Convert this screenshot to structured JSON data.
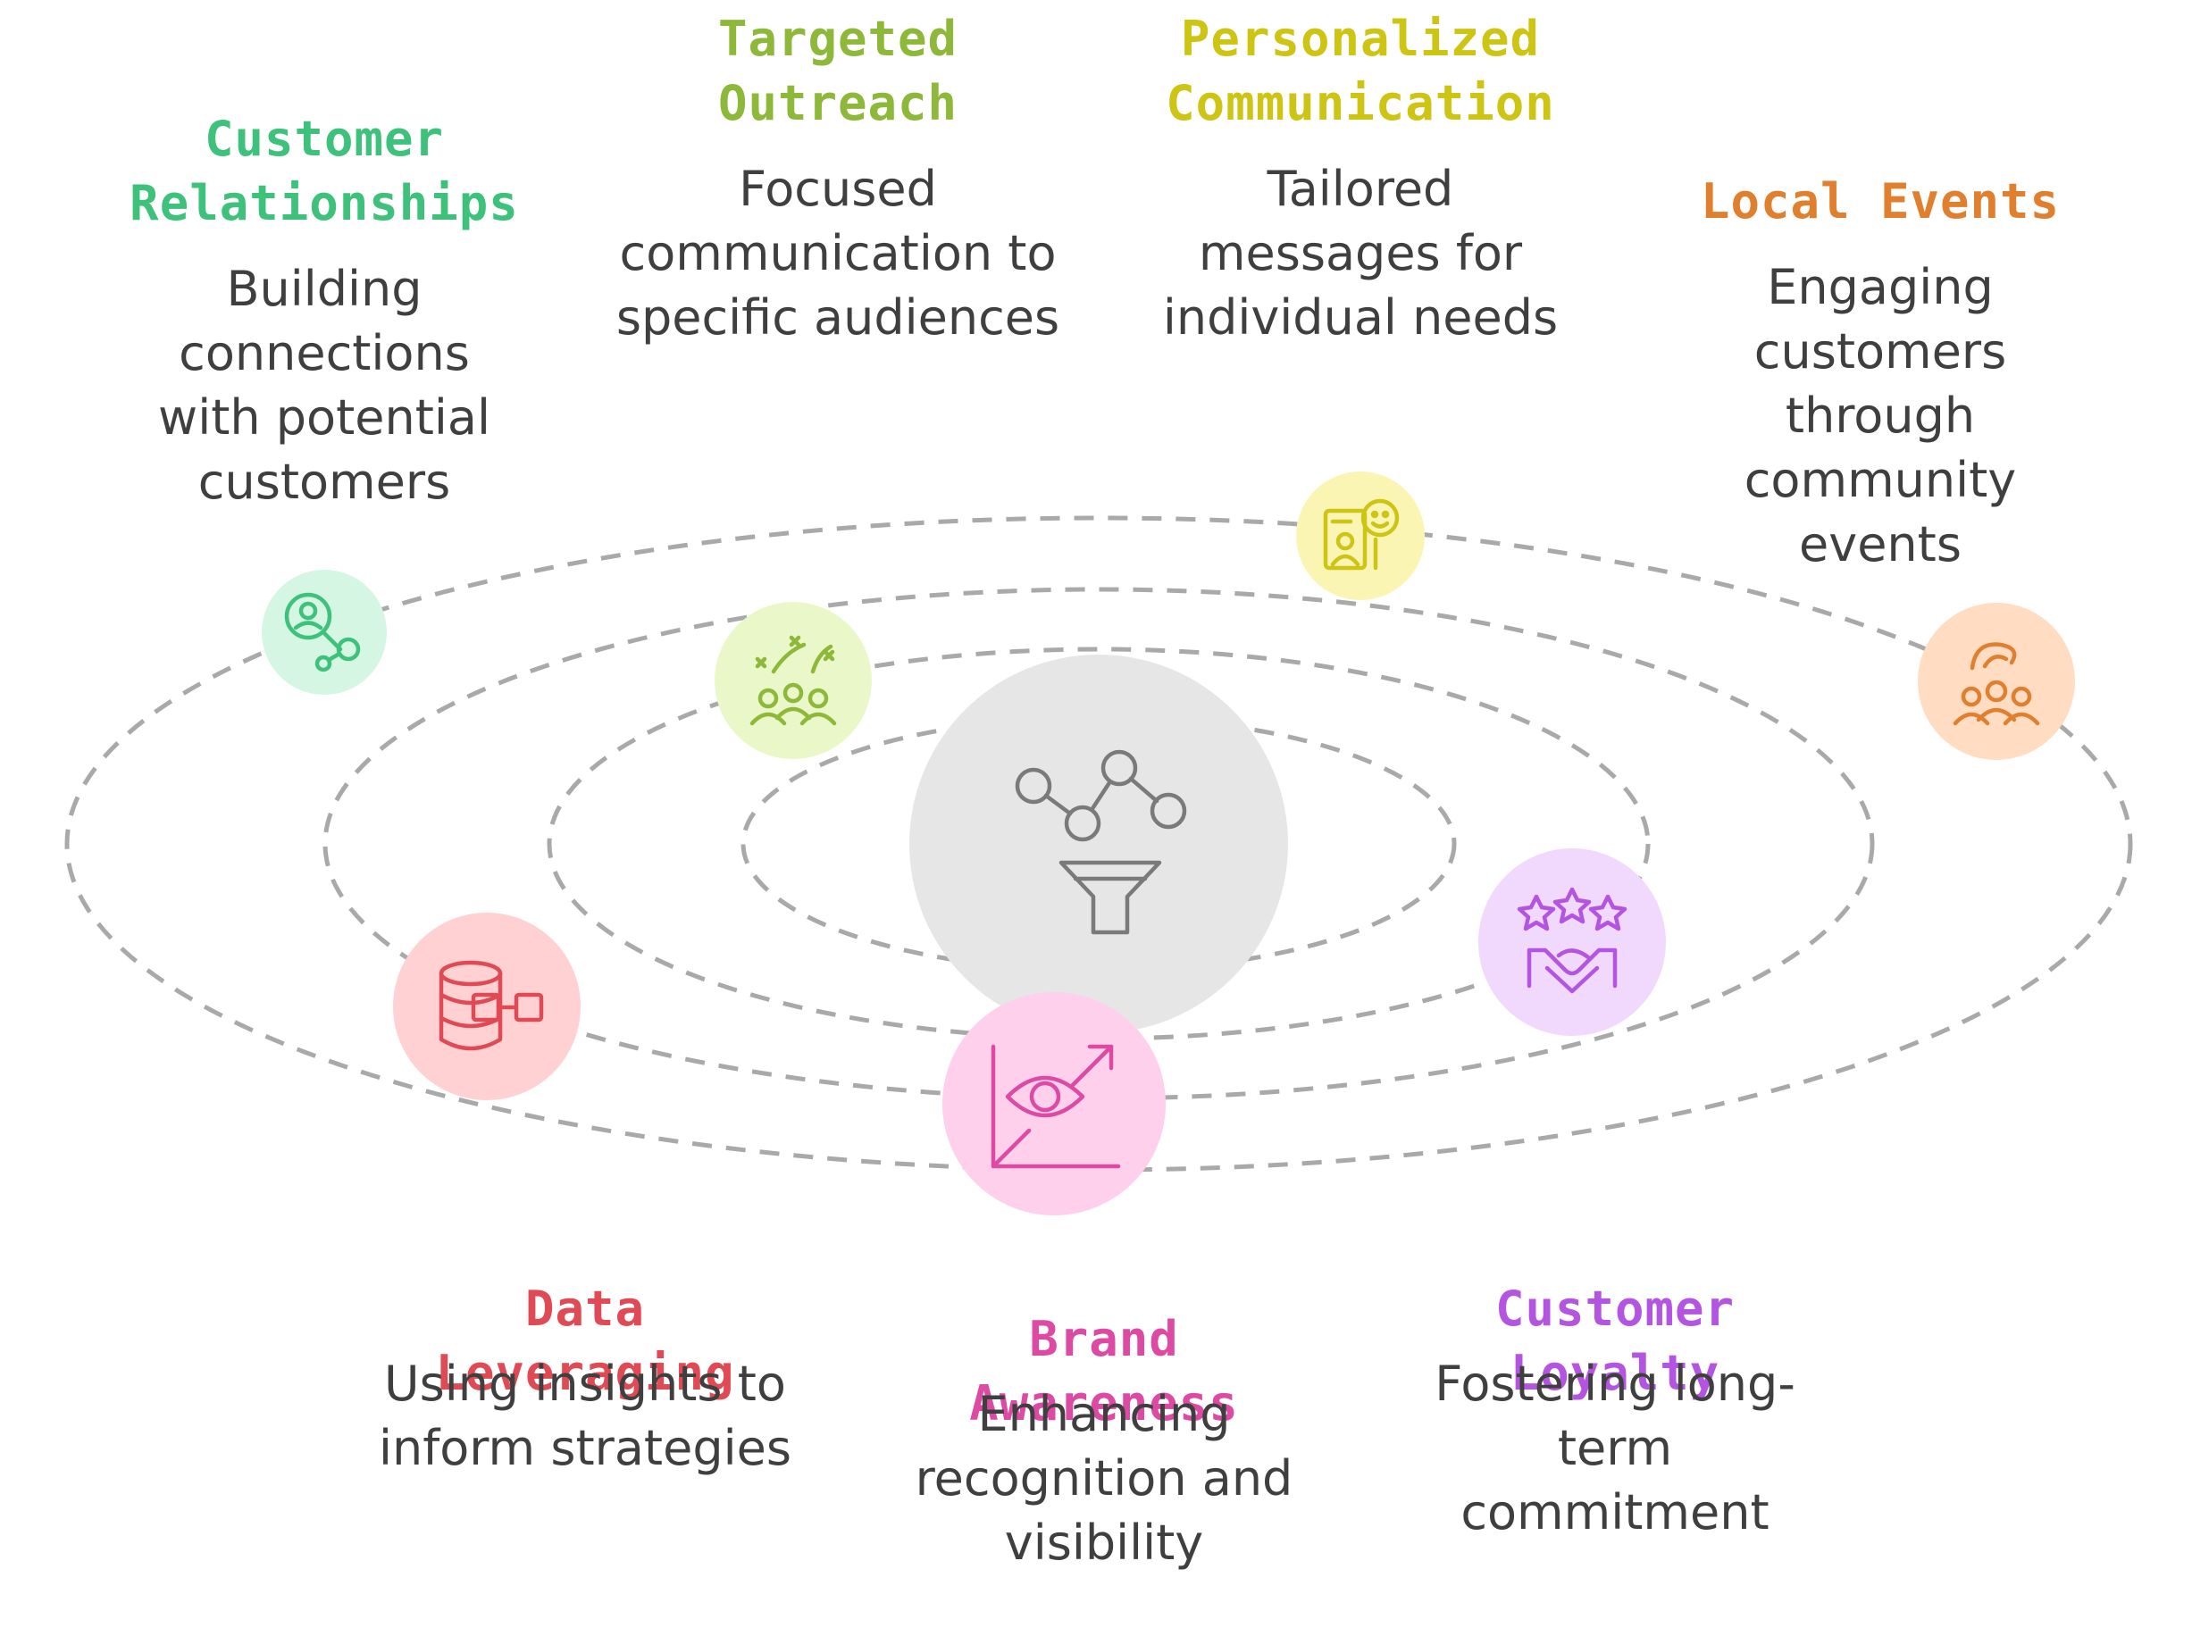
{
  "items": [
    {
      "title_lines": [
        "Customer",
        "Relationships"
      ],
      "desc_lines": [
        "Building",
        "connections",
        "with potential",
        "customers"
      ],
      "color": "#3ec27b",
      "bubble": "#d4f6e3",
      "icon": "customer-connection-icon"
    },
    {
      "title_lines": [
        "Targeted",
        "Outreach"
      ],
      "desc_lines": [
        "Focused",
        "communication to",
        "specific audiences"
      ],
      "color": "#8db83a",
      "bubble": "#eaf7c8",
      "icon": "audience-target-icon"
    },
    {
      "title_lines": [
        "Personalized",
        "Communication"
      ],
      "desc_lines": [
        "Tailored",
        "messages for",
        "individual needs"
      ],
      "color": "#cdc414",
      "bubble": "#fbf5b4",
      "icon": "personalized-message-icon"
    },
    {
      "title_lines": [
        "Local Events"
      ],
      "desc_lines": [
        "Engaging",
        "customers",
        "through",
        "community",
        "events"
      ],
      "color": "#e07f2e",
      "bubble": "#ffdcc2",
      "icon": "community-event-icon"
    },
    {
      "title_lines": [
        "Data",
        "Leveraging"
      ],
      "desc_lines": [
        "Using insights to",
        "inform strategies"
      ],
      "color": "#e04a55",
      "bubble": "#ffd1d3",
      "icon": "database-icon"
    },
    {
      "title_lines": [
        "Brand",
        "Awareness"
      ],
      "desc_lines": [
        "Enhancing",
        "recognition and",
        "visibility"
      ],
      "color": "#dc4aa3",
      "bubble": "#ffd0ec",
      "icon": "eye-growth-icon"
    },
    {
      "title_lines": [
        "Customer",
        "Loyalty"
      ],
      "desc_lines": [
        "Fostering long-",
        "term",
        "commitment"
      ],
      "color": "#b355e0",
      "bubble": "#f0d9fd",
      "icon": "loyalty-handshake-icon"
    }
  ],
  "center": {
    "icon": "funnel-network-icon",
    "bubble": "#e6e6e6",
    "color": "#7a7a7a"
  },
  "orbit_color": "#a9a9a9"
}
